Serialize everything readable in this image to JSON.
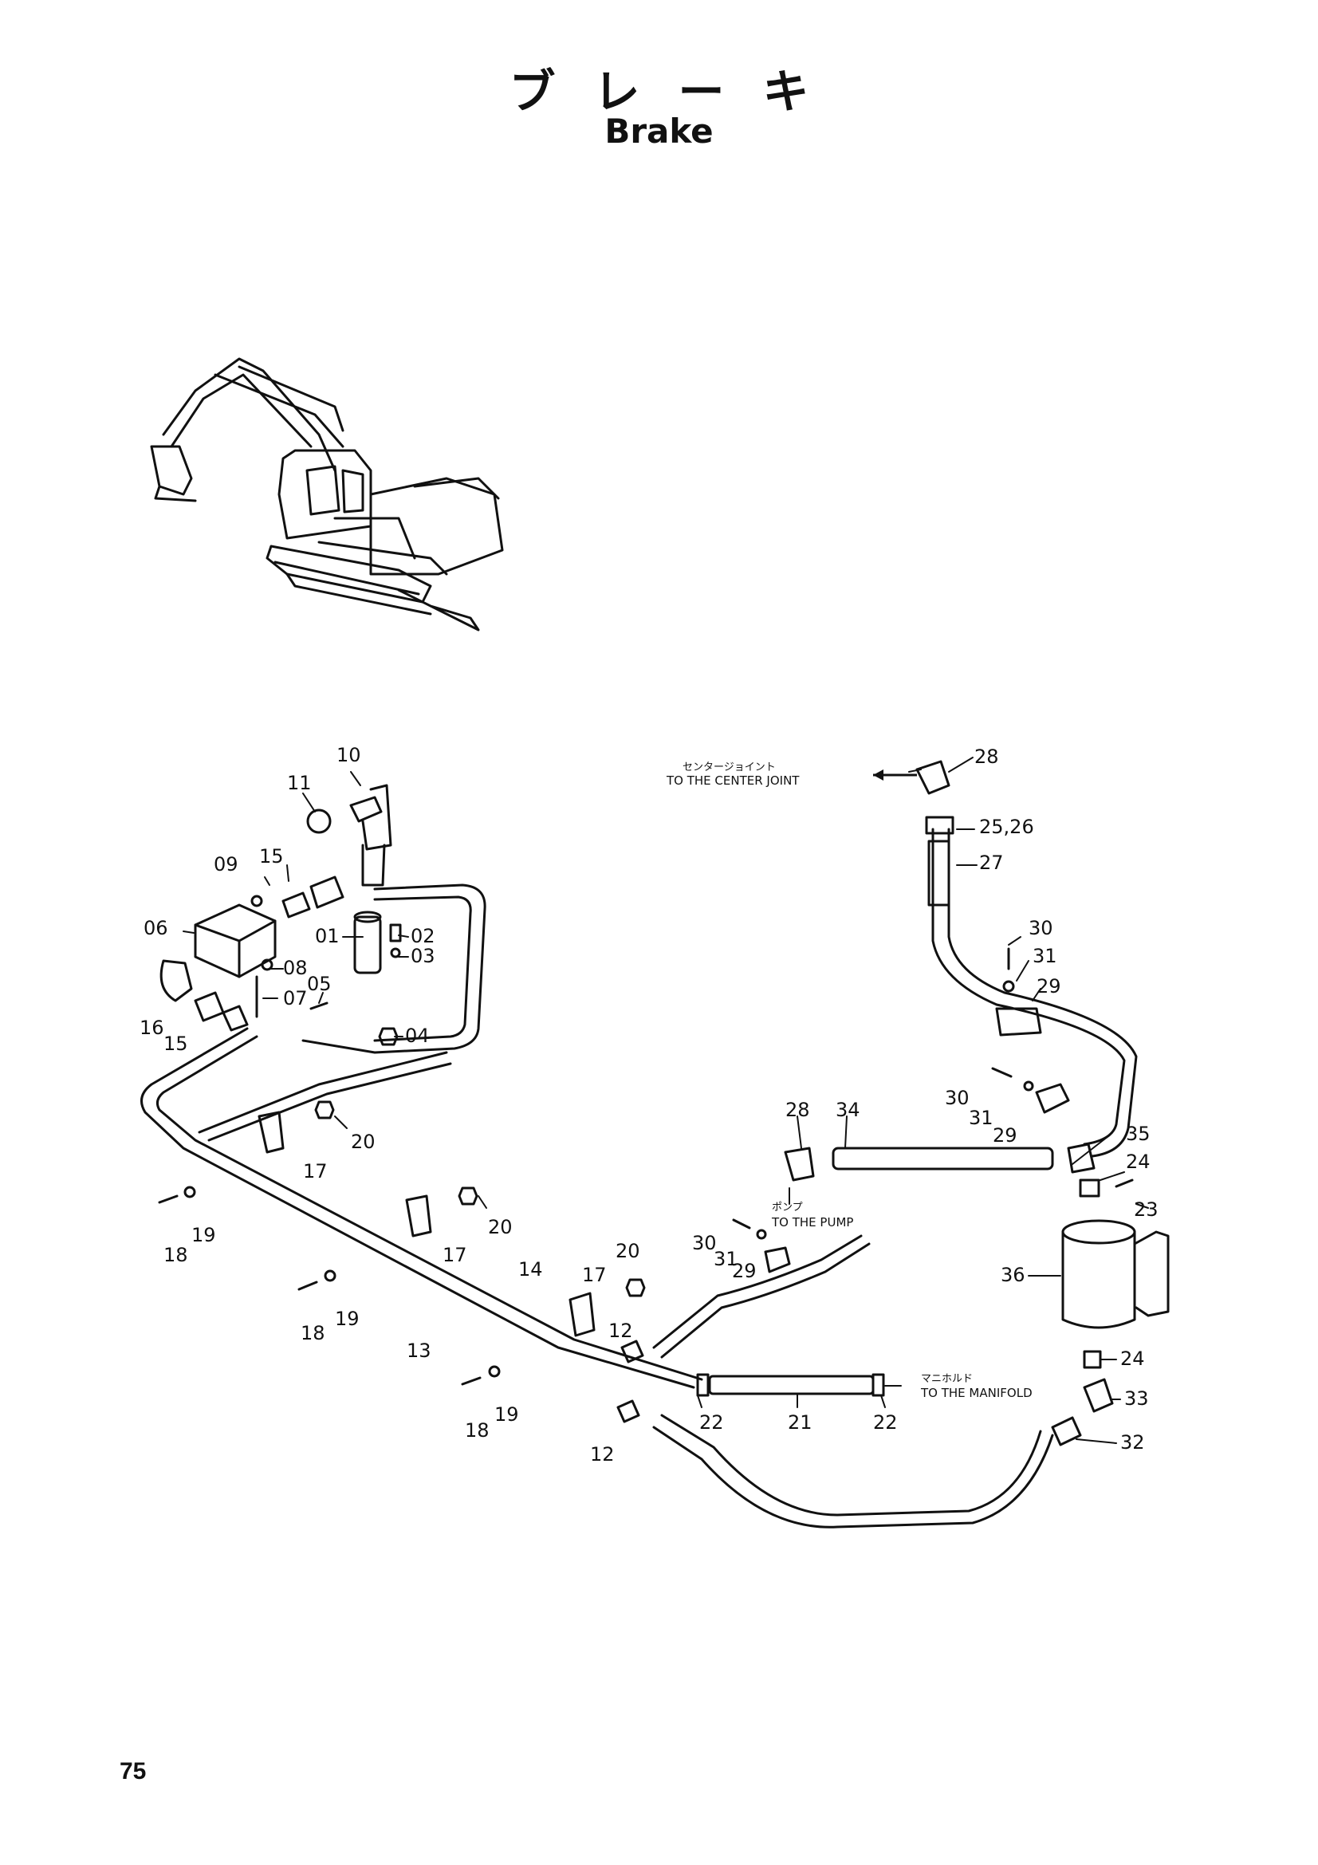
{
  "title": {
    "japanese": "ブレーキ",
    "english": "Brake"
  },
  "page_number": "75",
  "callouts": {
    "c01": "01",
    "c02": "02",
    "c03": "03",
    "c04": "04",
    "c05": "05",
    "c06": "06",
    "c07": "07",
    "c08": "08",
    "c09": "09",
    "c10": "10",
    "c11": "11",
    "c12a": "12",
    "c12b": "12",
    "c13": "13",
    "c14": "14",
    "c15a": "15",
    "c15b": "15",
    "c16": "16",
    "c17a": "17",
    "c17b": "17",
    "c17c": "17",
    "c18a": "18",
    "c18b": "18",
    "c18c": "18",
    "c19a": "19",
    "c19b": "19",
    "c19c": "19",
    "c20a": "20",
    "c20b": "20",
    "c20c": "20",
    "c21": "21",
    "c22a": "22",
    "c22b": "22",
    "c23": "23",
    "c24a": "24",
    "c24b": "24",
    "c2526": "25,26",
    "c27": "27",
    "c28a": "28",
    "c28b": "28",
    "c29a": "29",
    "c29b": "29",
    "c29c": "29",
    "c30a": "30",
    "c30b": "30",
    "c30c": "30",
    "c31a": "31",
    "c31b": "31",
    "c31c": "31",
    "c32": "32",
    "c33": "33",
    "c34": "34",
    "c35": "35",
    "c36": "36"
  },
  "notes": {
    "center_joint_jp": "センタージョイント",
    "center_joint_en": "TO THE CENTER JOINT",
    "pump_jp": "ポンプ",
    "pump_en": "TO THE PUMP",
    "manifold_jp": "マニホルド",
    "manifold_en": "TO THE MANIFOLD"
  }
}
